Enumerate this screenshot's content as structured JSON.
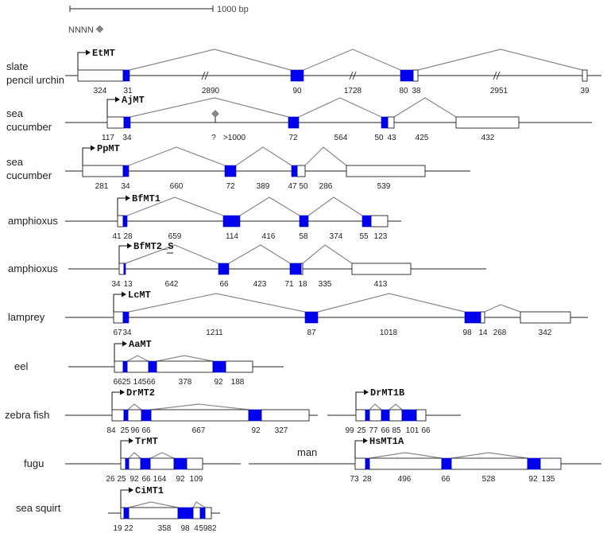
{
  "colors": {
    "exon_coding": "#0000ee",
    "intron_line": "#888888",
    "utr_fill": "#ffffff",
    "marker": "#888888"
  },
  "scale_bar": {
    "label": "1000 bp"
  },
  "legend": {
    "label": "NNNN",
    "icon": "diamond-icon"
  },
  "gene_rows": [
    {
      "species": [
        "slate",
        "pencil urchin"
      ],
      "gene": "EtMT",
      "number_labels": [
        "324",
        "31",
        "2890",
        "90",
        "1728",
        "80",
        "38",
        "2951",
        "39"
      ]
    },
    {
      "species": [
        "sea",
        "cucumber"
      ],
      "gene": "AjMT",
      "number_labels": [
        "117",
        "34",
        "?",
        ">1000",
        "72",
        "564",
        "50",
        "43",
        "425",
        "432"
      ]
    },
    {
      "species": [
        "sea",
        "cucumber"
      ],
      "gene": "PpMT",
      "number_labels": [
        "281",
        "34",
        "660",
        "72",
        "389",
        "47",
        "50",
        "286",
        "539"
      ]
    },
    {
      "species": [
        "amphioxus"
      ],
      "gene": "BfMT1",
      "number_labels": [
        "41",
        "28",
        "659",
        "114",
        "416",
        "58",
        "374",
        "55",
        "123"
      ]
    },
    {
      "species": [
        "amphioxus"
      ],
      "gene": "BfMT2_S",
      "number_labels": [
        "34",
        "13",
        "642",
        "66",
        "423",
        "71",
        "18",
        "335",
        "413"
      ]
    },
    {
      "species": [
        "lamprey"
      ],
      "gene": "LcMT",
      "number_labels": [
        "67",
        "34",
        "1211",
        "87",
        "1018",
        "98",
        "14",
        "268",
        "342"
      ]
    },
    {
      "species": [
        "eel"
      ],
      "gene": "AaMT",
      "number_labels": [
        "66",
        "25",
        "145",
        "66",
        "378",
        "92",
        "188"
      ]
    },
    {
      "species": [
        "zebra fish"
      ],
      "gene": "DrMT2",
      "number_labels": [
        "84",
        "25",
        "96",
        "66",
        "667",
        "92",
        "327"
      ]
    },
    {
      "species": [],
      "gene": "DrMT1B",
      "number_labels": [
        "99",
        "25",
        "77",
        "66",
        "85",
        "101",
        "66"
      ]
    },
    {
      "species": [
        "fugu"
      ],
      "gene": "TrMT",
      "number_labels": [
        "26",
        "25",
        "92",
        "66",
        "164",
        "92",
        "109"
      ]
    },
    {
      "species": [
        "man"
      ],
      "gene": "HsMT1A",
      "number_labels": [
        "73",
        "28",
        "496",
        "66",
        "528",
        "92",
        "135"
      ]
    },
    {
      "species": [
        "sea squirt"
      ],
      "gene": "CiMT1",
      "number_labels": [
        "19",
        "22",
        "358",
        "98",
        "4",
        "59",
        "82"
      ]
    }
  ]
}
